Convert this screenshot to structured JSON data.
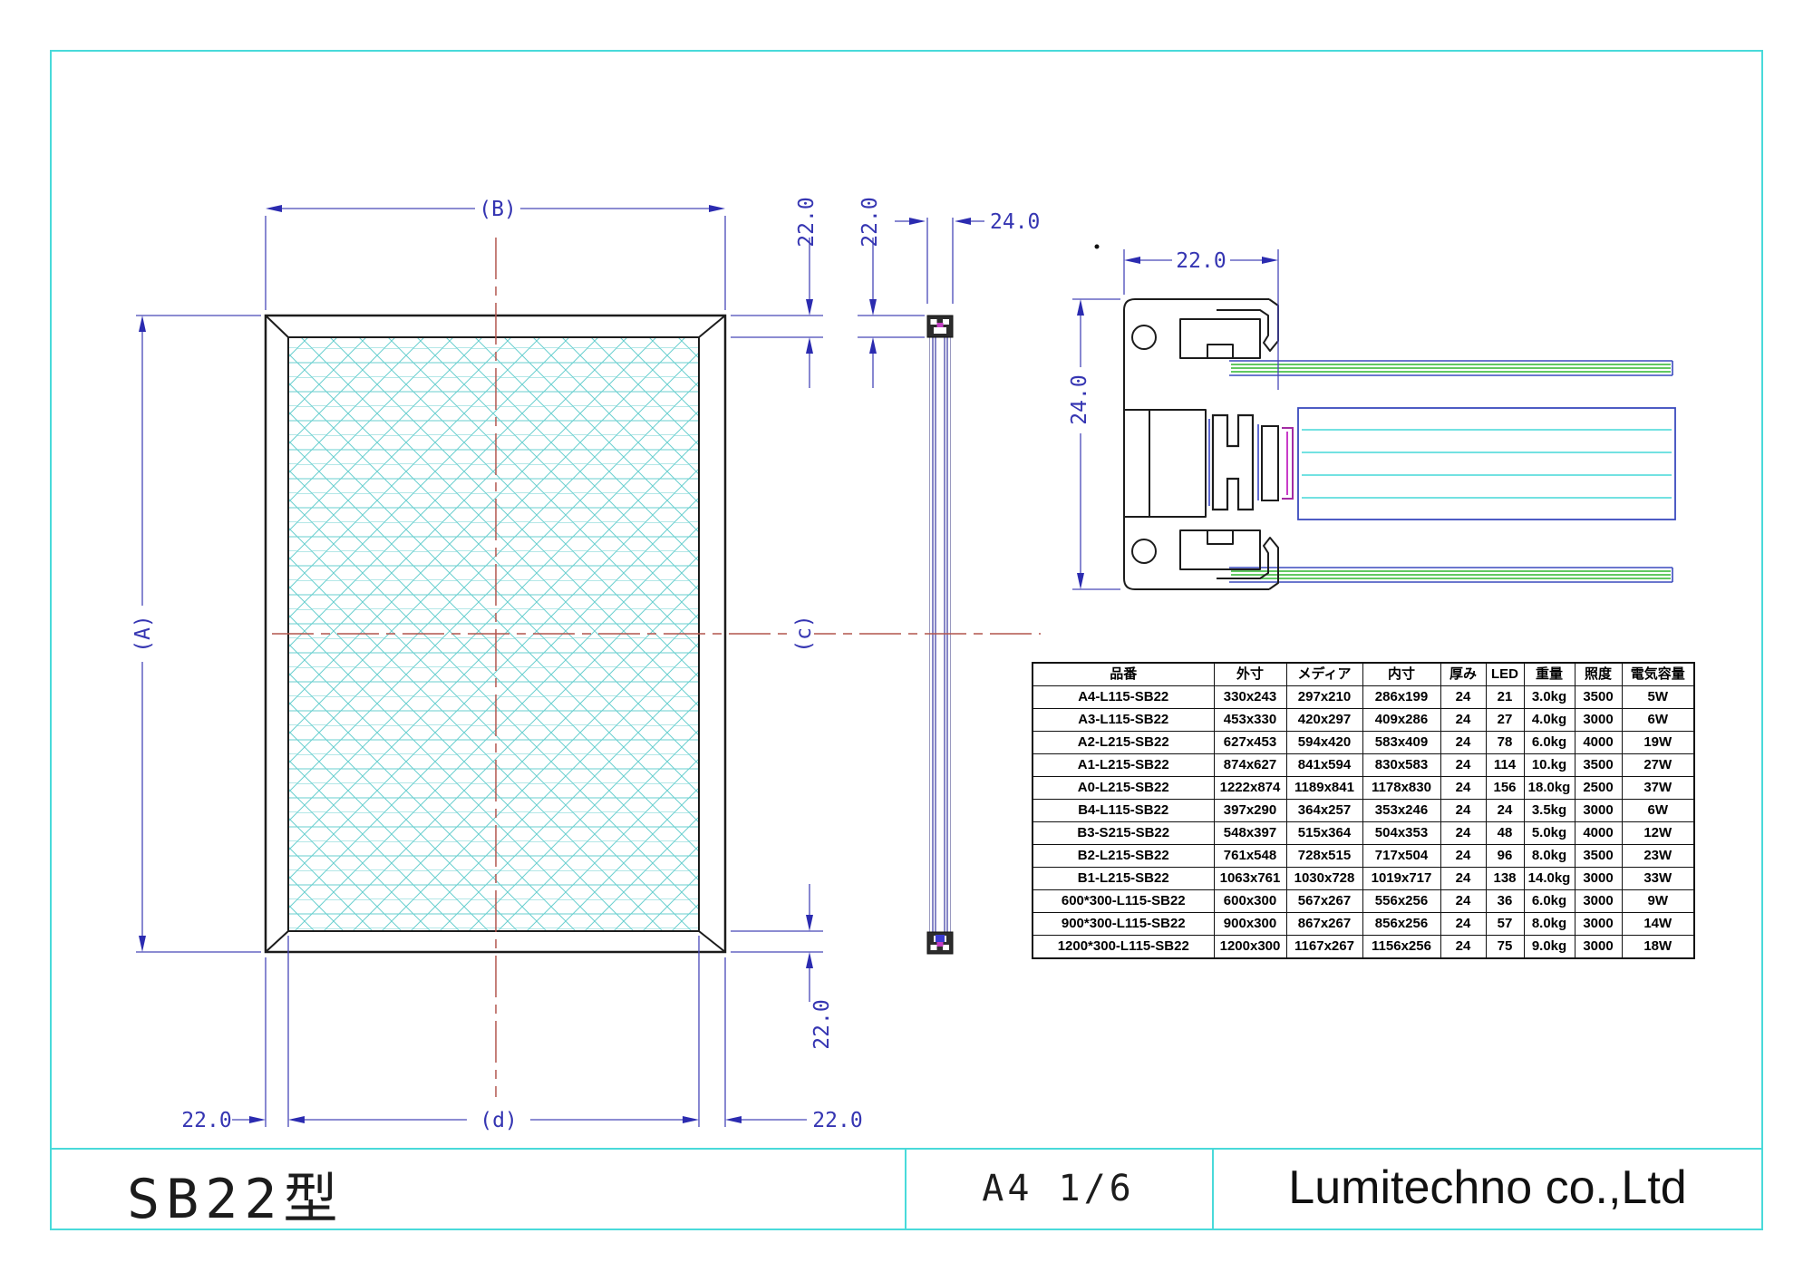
{
  "drawing": {
    "labels": {
      "dim_a": "(A)",
      "dim_b": "(B)",
      "dim_c": "(c)",
      "dim_d": "(d)",
      "dim_22": "22.0",
      "dim_24": "24.0"
    },
    "colors": {
      "sheet_border_cyan": "#49dada",
      "dimension_blue": "#3535b2",
      "centerline_red": "#b2554d",
      "honeycomb_teal": "#69cfcf",
      "led_strip_green": "#2fb52f",
      "panel_line_cyan": "#45d8d8",
      "clip_magenta": "#a32ca3",
      "line_black": "#1c1c1c"
    }
  },
  "table": {
    "headers": [
      "品番",
      "外寸",
      "メディア",
      "内寸",
      "厚み",
      "LED",
      "重量",
      "照度",
      "電気容量"
    ],
    "rows": [
      [
        "A4-L115-SB22",
        "330x243",
        "297x210",
        "286x199",
        "24",
        "21",
        "3.0kg",
        "3500",
        "5W"
      ],
      [
        "A3-L115-SB22",
        "453x330",
        "420x297",
        "409x286",
        "24",
        "27",
        "4.0kg",
        "3000",
        "6W"
      ],
      [
        "A2-L215-SB22",
        "627x453",
        "594x420",
        "583x409",
        "24",
        "78",
        "6.0kg",
        "4000",
        "19W"
      ],
      [
        "A1-L215-SB22",
        "874x627",
        "841x594",
        "830x583",
        "24",
        "114",
        "10.kg",
        "3500",
        "27W"
      ],
      [
        "A0-L215-SB22",
        "1222x874",
        "1189x841",
        "1178x830",
        "24",
        "156",
        "18.0kg",
        "2500",
        "37W"
      ],
      [
        "B4-L115-SB22",
        "397x290",
        "364x257",
        "353x246",
        "24",
        "24",
        "3.5kg",
        "3000",
        "6W"
      ],
      [
        "B3-S215-SB22",
        "548x397",
        "515x364",
        "504x353",
        "24",
        "48",
        "5.0kg",
        "4000",
        "12W"
      ],
      [
        "B2-L215-SB22",
        "761x548",
        "728x515",
        "717x504",
        "24",
        "96",
        "8.0kg",
        "3500",
        "23W"
      ],
      [
        "B1-L215-SB22",
        "1063x761",
        "1030x728",
        "1019x717",
        "24",
        "138",
        "14.0kg",
        "3000",
        "33W"
      ],
      [
        "600*300-L115-SB22",
        "600x300",
        "567x267",
        "556x256",
        "24",
        "36",
        "6.0kg",
        "3000",
        "9W"
      ],
      [
        "900*300-L115-SB22",
        "900x300",
        "867x267",
        "856x256",
        "24",
        "57",
        "8.0kg",
        "3000",
        "14W"
      ],
      [
        "1200*300-L115-SB22",
        "1200x300",
        "1167x267",
        "1156x256",
        "24",
        "75",
        "9.0kg",
        "3000",
        "18W"
      ]
    ]
  },
  "title_block": {
    "model": "SB22型",
    "sheet": "A4 1/6",
    "company": "Lumitechno co.,Ltd"
  }
}
